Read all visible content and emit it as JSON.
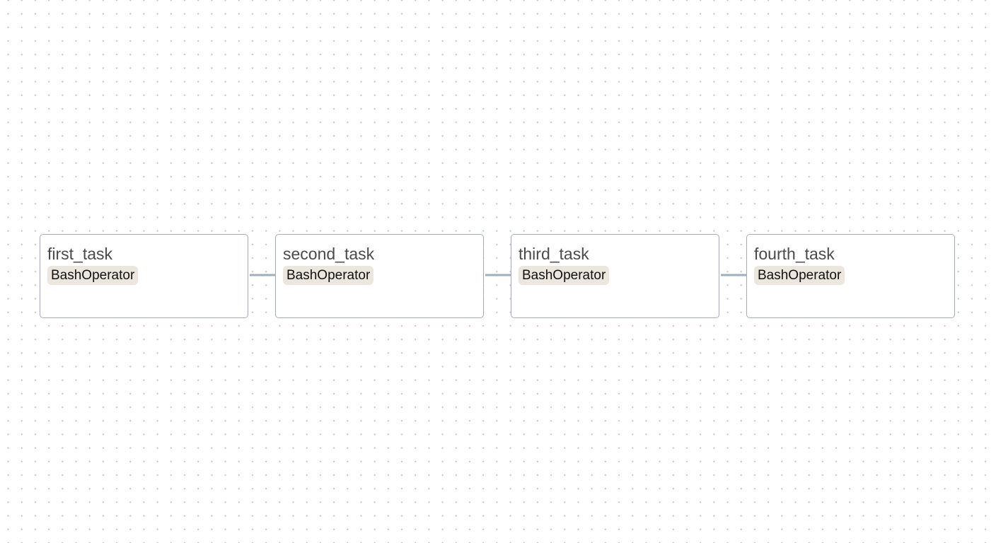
{
  "graph": {
    "tasks": [
      {
        "name": "first_task",
        "operator": "BashOperator"
      },
      {
        "name": "second_task",
        "operator": "BashOperator"
      },
      {
        "name": "third_task",
        "operator": "BashOperator"
      },
      {
        "name": "fourth_task",
        "operator": "BashOperator"
      }
    ],
    "colors": {
      "node_border": "#a3adba",
      "edge": "#a3adba",
      "badge_bg": "#ebe6de",
      "grid_dot": "#c4c8cf"
    }
  }
}
